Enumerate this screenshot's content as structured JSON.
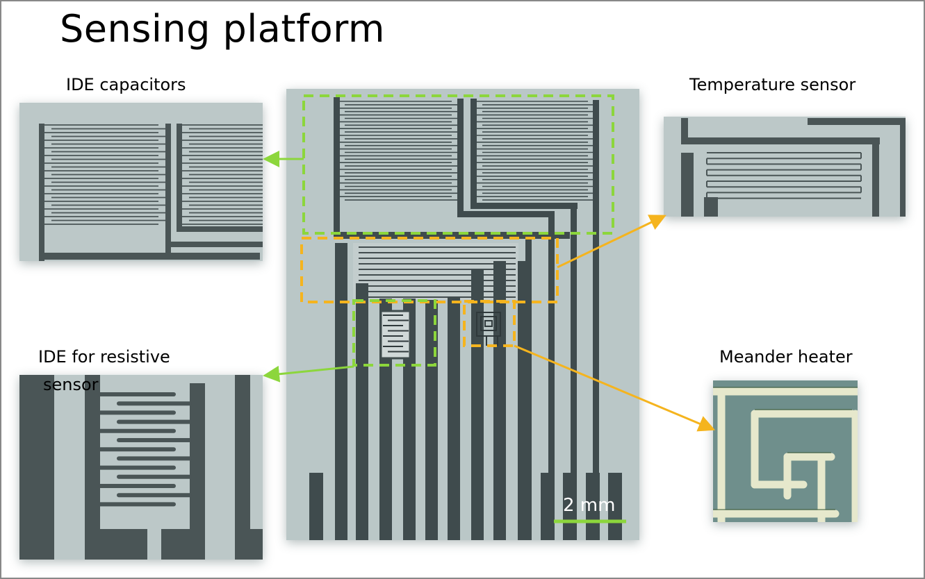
{
  "title": "Sensing platform",
  "insets": {
    "ide_capacitors": {
      "label": "IDE capacitors",
      "outline_color": "#8cd63c"
    },
    "temperature_sensor": {
      "label": "Temperature sensor",
      "outline_color": "#f5b41e"
    },
    "ide_resistive": {
      "label": "IDE for resistive sensor",
      "label_line1": "IDE for resistive",
      "label_line2": "sensor",
      "outline_color": "#8cd63c"
    },
    "meander_heater": {
      "label": "Meander heater",
      "outline_color": "#f5b41e"
    }
  },
  "scale_bar": {
    "label": "2 mm",
    "color": "#8cd63c"
  },
  "colors": {
    "green": "#8cd63c",
    "orange": "#f5b41e",
    "substrate": "#b9c6c6",
    "electrode": "#3f4b4d"
  }
}
